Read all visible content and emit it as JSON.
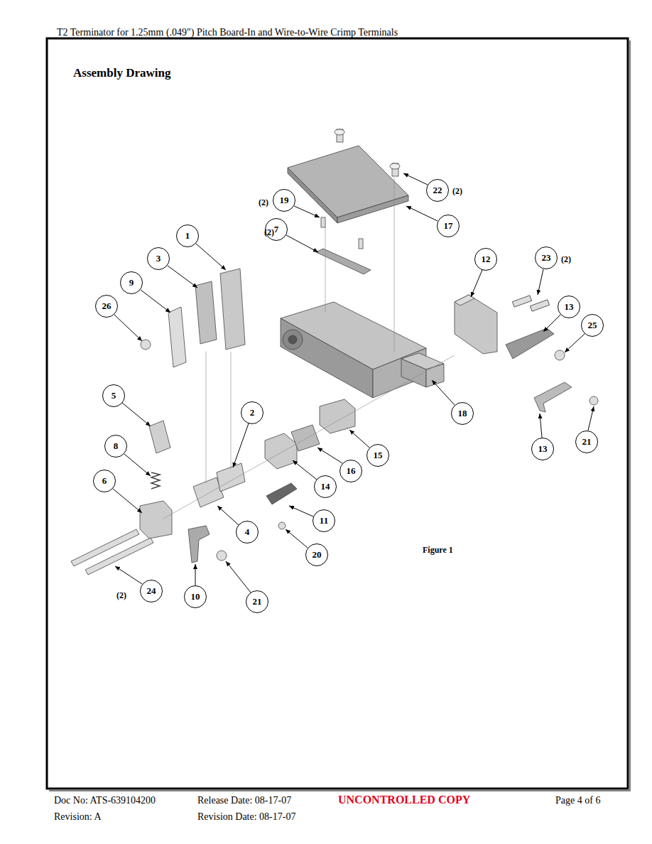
{
  "diagram": {
    "title": "Assembly Drawing",
    "caption": "Figure 1",
    "nodes": [
      {
        "text": [
          "22"
        ]
      },
      {
        "text": [
          "19"
        ]
      },
      {
        "text": [
          "17"
        ]
      },
      {
        "text": [
          "7"
        ]
      },
      {
        "text": [
          "1"
        ]
      },
      {
        "text": [
          "3"
        ]
      },
      {
        "text": [
          "23"
        ]
      },
      {
        "text": [
          "12"
        ]
      },
      {
        "text": [
          "9"
        ]
      },
      {
        "text": [
          "26"
        ]
      },
      {
        "text": [
          "13"
        ]
      },
      {
        "text": [
          "25"
        ]
      },
      {
        "text": [
          "5"
        ]
      },
      {
        "text": [
          "2"
        ]
      },
      {
        "text": [
          "18"
        ]
      },
      {
        "text": [
          "21"
        ]
      },
      {
        "text": [
          "8"
        ]
      },
      {
        "text": [
          "13"
        ]
      },
      {
        "text": [
          "15"
        ]
      },
      {
        "text": [
          "16"
        ]
      },
      {
        "text": [
          "6"
        ]
      },
      {
        "text": [
          "14"
        ]
      },
      {
        "text": [
          "11"
        ]
      },
      {
        "text": [
          "4"
        ]
      },
      {
        "text": [
          "20"
        ]
      },
      {
        "text": [
          "24"
        ]
      },
      {
        "text": [
          "10"
        ]
      },
      {
        "text": [
          "21"
        ]
      }
    ],
    "labels": [
      "T2 Terminator for 1.25mm (.049\") Pitch Board-In and Wire-to-Wire Crimp Terminals",
      "(2)",
      "(2)",
      "(2)",
      "(2)",
      "(2)",
      "Doc No: ATS-639104200",
      "Release Date: 08-17-07",
      "UNCONTROLLED COPY",
      "Page 4 of 6",
      "Revision: A",
      "Revision Date: 08-17-07"
    ]
  }
}
